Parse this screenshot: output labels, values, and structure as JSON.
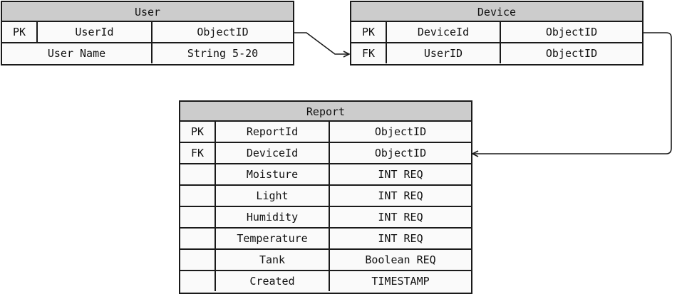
{
  "tables": {
    "user": {
      "title": "User",
      "rows": [
        {
          "key": "PK",
          "name": "UserId",
          "type": "ObjectID"
        },
        {
          "name": "User Name",
          "type": "String 5-20"
        }
      ]
    },
    "device": {
      "title": "Device",
      "rows": [
        {
          "key": "PK",
          "name": "DeviceId",
          "type": "ObjectID"
        },
        {
          "key": "FK",
          "name": "UserID",
          "type": "ObjectID"
        }
      ]
    },
    "report": {
      "title": "Report",
      "rows": [
        {
          "key": "PK",
          "name": "ReportId",
          "type": "ObjectID"
        },
        {
          "key": "FK",
          "name": "DeviceId",
          "type": "ObjectID"
        },
        {
          "name": "Moisture",
          "type": "INT REQ"
        },
        {
          "name": "Light",
          "type": "INT REQ"
        },
        {
          "name": "Humidity",
          "type": "INT REQ"
        },
        {
          "name": "Temperature",
          "type": "INT REQ"
        },
        {
          "name": "Tank",
          "type": "Boolean REQ"
        },
        {
          "name": "Created",
          "type": "TIMESTAMP"
        }
      ]
    }
  },
  "relations": [
    {
      "from": "User.UserId",
      "to": "Device.UserID"
    },
    {
      "from": "Device.DeviceId",
      "to": "Report.DeviceId"
    }
  ]
}
